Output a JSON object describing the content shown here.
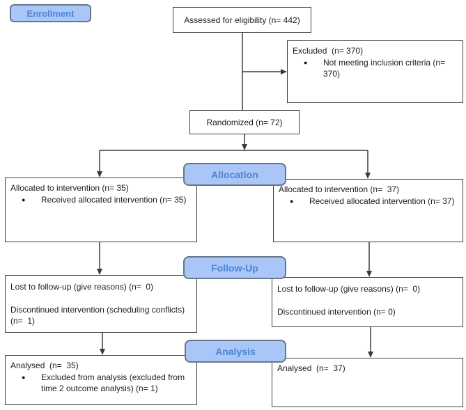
{
  "diagram": {
    "stages": {
      "enrollment": "Enrollment",
      "allocation": "Allocation",
      "follow_up": "Follow-Up",
      "analysis": "Analysis"
    },
    "boxes": {
      "assessed": "Assessed for eligibility (n= 442)",
      "excluded": {
        "title": "Excluded  (n= 370)",
        "bullet_1": "Not meeting inclusion criteria (n= 370)"
      },
      "randomized": "Randomized (n= 72)",
      "allocation_left": {
        "title": "Allocated to intervention (n= 35)",
        "bullet_1": "Received allocated intervention (n= 35)"
      },
      "allocation_right": {
        "title": "Allocated to intervention (n=  37)",
        "bullet_1": "Received allocated intervention (n= 37)"
      },
      "follow_up_left": {
        "line_1": "Lost to follow-up (give reasons) (n=  0)",
        "line_2": "Discontinued intervention (scheduling conflicts) (n=  1)"
      },
      "follow_up_right": {
        "line_1": "Lost to follow-up (give reasons) (n=  0)",
        "line_2": "Discontinued intervention (n= 0)"
      },
      "analysis_left": {
        "title": "Analysed  (n=  35)",
        "bullet_1": "Excluded from analysis (excluded from time 2 outcome analysis) (n= 1)"
      },
      "analysis_right": {
        "title": "Analysed  (n=  37)"
      }
    },
    "glyphs": {
      "bullet": "●"
    },
    "colors": {
      "stage_fill": "#a9c6f7",
      "stage_text": "#4a86d6",
      "stage_border": "#68768a",
      "box_border": "#3c3c3c",
      "connector": "#3b3b3b"
    }
  }
}
